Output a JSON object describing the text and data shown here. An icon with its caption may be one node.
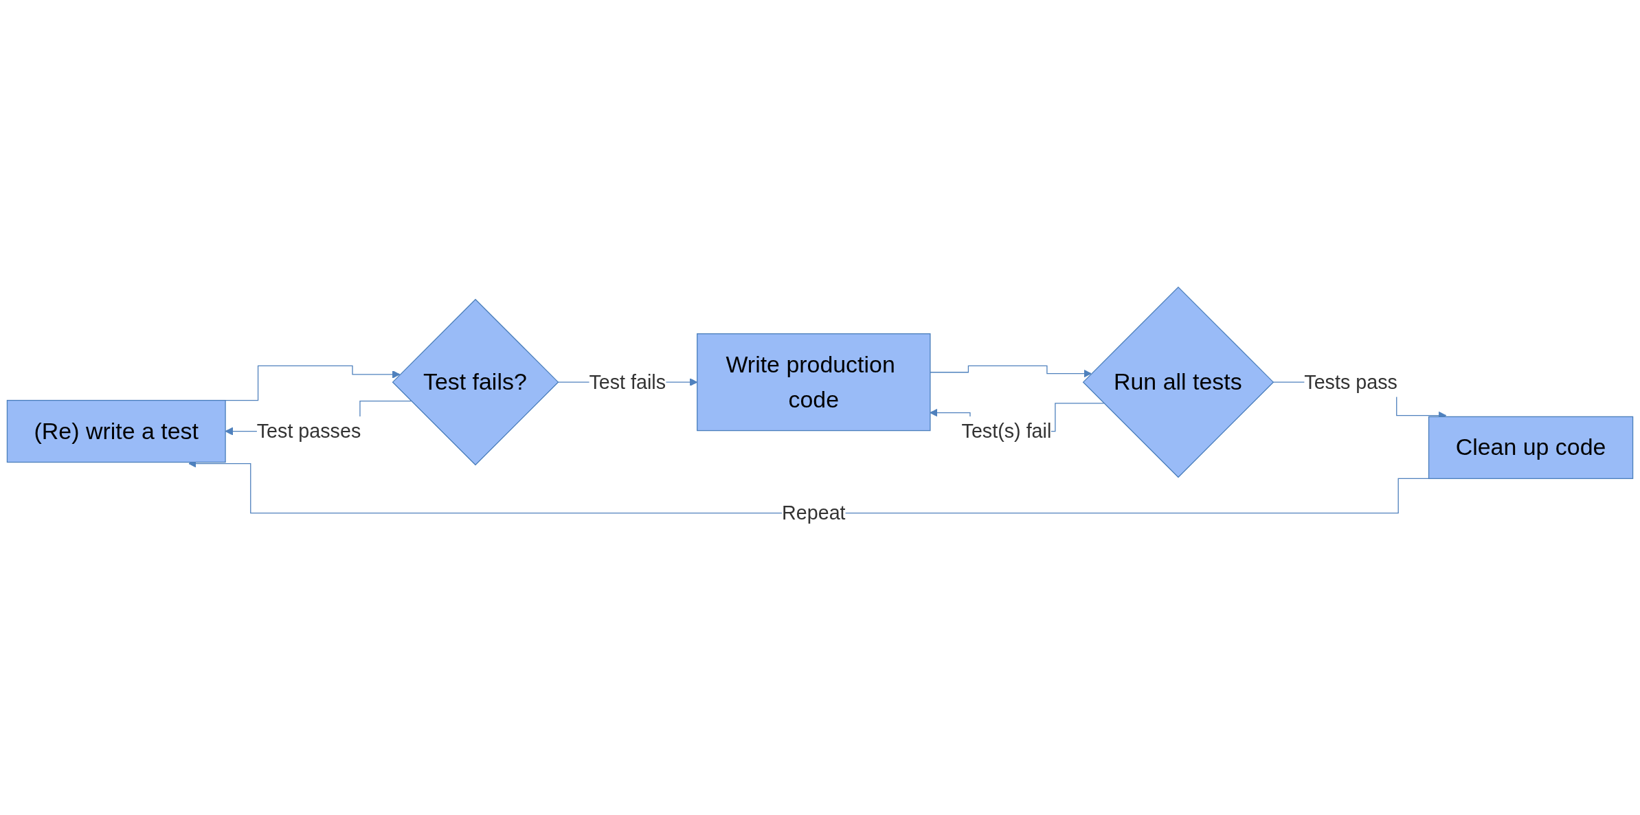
{
  "diagram": {
    "nodes": [
      {
        "text": [
          "(Re) write a test"
        ]
      },
      {
        "text": [
          "Test fails?"
        ]
      },
      {
        "text": [
          "Write production code"
        ]
      },
      {
        "text": [
          "Run all tests"
        ]
      },
      {
        "text": [
          "Clean up code"
        ]
      }
    ],
    "edges": [
      {
        "from": 0,
        "to": 1,
        "arrow": "to"
      },
      {
        "from": 1,
        "to": 0,
        "arrow": "to",
        "label": "Test passes"
      },
      {
        "from": 1,
        "to": 2,
        "arrow": "to",
        "label": "Test fails"
      },
      {
        "from": 2,
        "to": 3,
        "arrow": "to"
      },
      {
        "from": 3,
        "to": 2,
        "arrow": "to",
        "label": "Test(s) fail"
      },
      {
        "from": 3,
        "to": 4,
        "arrow": "to",
        "label": "Tests pass"
      },
      {
        "from": 4,
        "to": 0,
        "arrow": "to",
        "label": "Repeat"
      }
    ]
  }
}
